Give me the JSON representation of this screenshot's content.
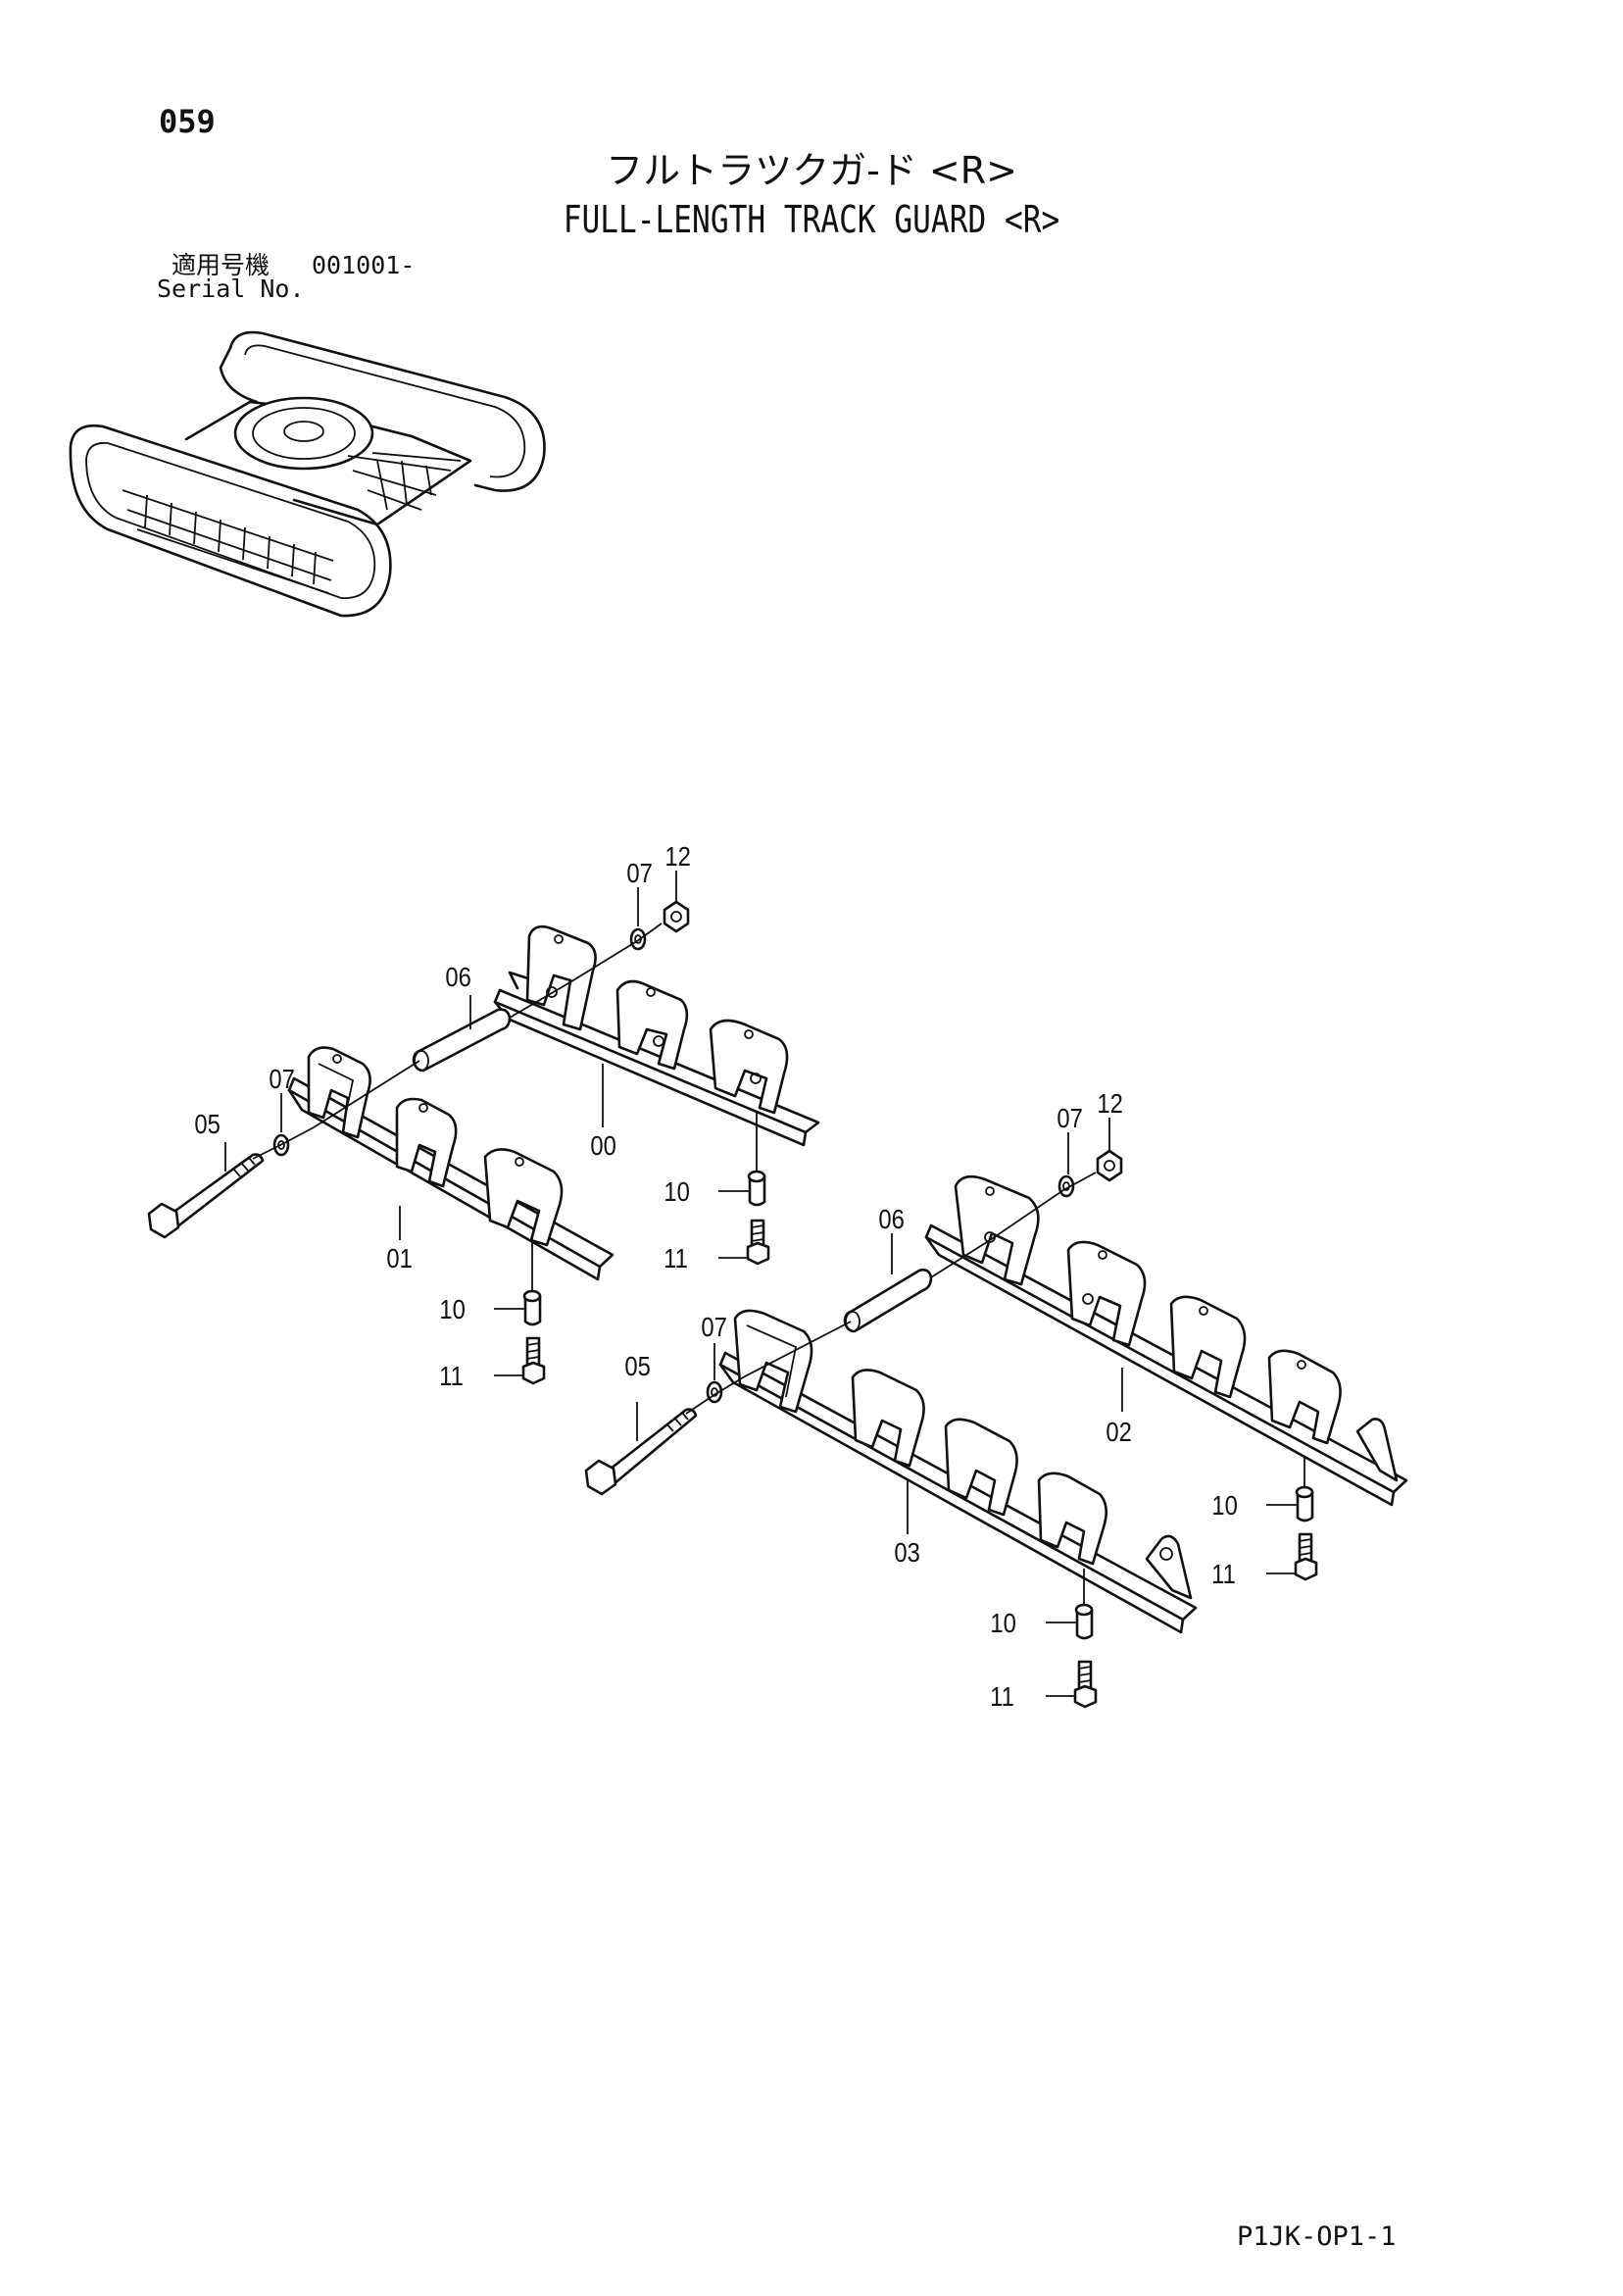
{
  "header": {
    "page_number": "059",
    "title_jp": "フルトラツクガ-ド <R>",
    "title_en": "FULL-LENGTH TRACK GUARD <R>"
  },
  "serial": {
    "label_jp": "適用号機",
    "value": "001001-",
    "label_en": "Serial No."
  },
  "callouts": {
    "c12a": "12",
    "c07a": "07",
    "c06a": "06",
    "c00": "00",
    "c10a": "10",
    "c11a": "11",
    "c07b": "07",
    "c05a": "05",
    "c01": "01",
    "c10b": "10",
    "c11b": "11",
    "c12b": "12",
    "c07c": "07",
    "c06b": "06",
    "c02": "02",
    "c07d": "07",
    "c05b": "05",
    "c03": "03",
    "c10c": "10",
    "c11c": "11",
    "c10d": "10",
    "c11d": "11"
  },
  "footer": {
    "drawing_code": "P1JK-OP1-1"
  }
}
